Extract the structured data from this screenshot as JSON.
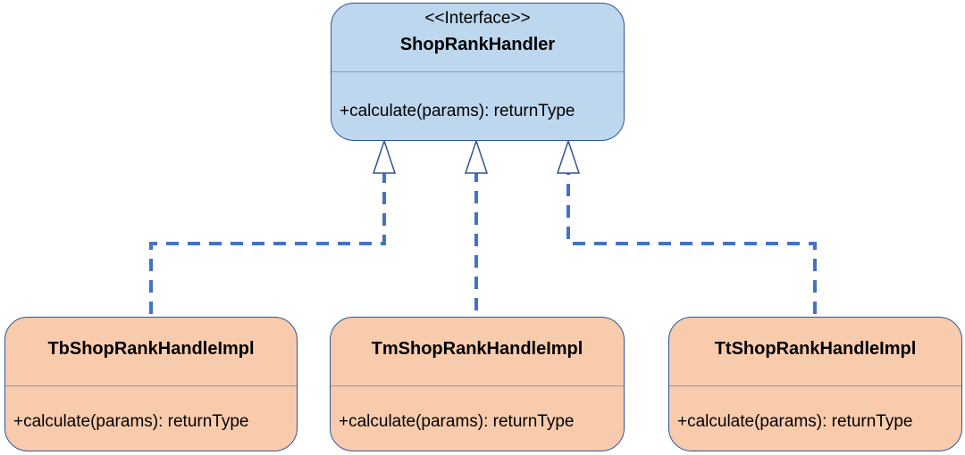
{
  "interface": {
    "stereotype": "<<Interface>>",
    "name": "ShopRankHandler",
    "method": "+calculate(params): returnType"
  },
  "implementations": [
    {
      "name": "TbShopRankHandleImpl",
      "method": "+calculate(params): returnType"
    },
    {
      "name": "TmShopRankHandleImpl",
      "method": "+calculate(params): returnType"
    },
    {
      "name": "TtShopRankHandleImpl",
      "method": "+calculate(params): returnType"
    }
  ],
  "relationship": "realization",
  "colors": {
    "interface_fill": "#bdd7ee",
    "implementation_fill": "#f8cbad",
    "border": "#2f5597",
    "connector": "#4472c4"
  }
}
